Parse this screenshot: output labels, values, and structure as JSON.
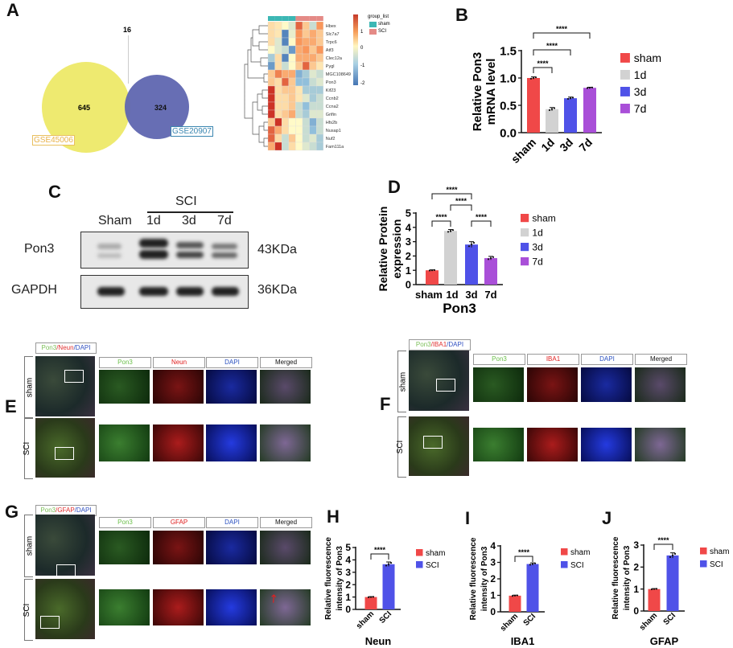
{
  "panels": {
    "A": "A",
    "B": "B",
    "C": "C",
    "D": "D",
    "E": "E",
    "F": "F",
    "G": "G",
    "H": "H",
    "I": "I",
    "J": "J"
  },
  "venn": {
    "left_label": "GSE45006",
    "right_label": "GSE20907",
    "left_only": "645",
    "right_only": "324",
    "overlap": "16",
    "left_color": "#eeea70",
    "right_color": "#5f66b0"
  },
  "heatmap": {
    "legend_title": "group_list",
    "groups": [
      "sham",
      "SCI"
    ],
    "group_colors": [
      "#3cb7b4",
      "#e48a86"
    ],
    "scale_ticks": [
      "1",
      "0",
      "-1",
      "-2"
    ],
    "genes": [
      "Hbex",
      "Slc7a7",
      "Trpc6",
      "Atf3",
      "Clec12a",
      "Pygl",
      "MGC108649",
      "Pon3",
      "Kif23",
      "Ccnb2",
      "Ccna2",
      "Grifin",
      "Hfs2b",
      "Nusap1",
      "Nuf2",
      "Fam111a"
    ],
    "values": [
      [
        0.3,
        0.2,
        0,
        -0.3,
        1.5,
        0.5,
        -0.5,
        1
      ],
      [
        0.3,
        0.2,
        -1.8,
        -0.2,
        1,
        0.5,
        0.8,
        0.5
      ],
      [
        0.3,
        -0.3,
        -1.8,
        0,
        1,
        0.8,
        0.8,
        0.5
      ],
      [
        0,
        -0.3,
        -0.5,
        -1.5,
        0.8,
        1,
        0.5,
        1
      ],
      [
        -0.8,
        0.3,
        -1.8,
        0,
        0.8,
        0.8,
        0.8,
        0.5
      ],
      [
        -1.5,
        0.3,
        -0.5,
        0,
        0.5,
        1.5,
        0.5,
        0.2
      ],
      [
        0.5,
        1.2,
        0.8,
        0.8,
        -1.2,
        -0.8,
        -0.3,
        -0.5
      ],
      [
        0.5,
        0.3,
        1.5,
        0.5,
        -1,
        -1,
        -0.5,
        -0.3
      ],
      [
        2,
        0.3,
        0.5,
        0.5,
        0.2,
        -0.8,
        -0.8,
        -0.8
      ],
      [
        2,
        0.3,
        0.3,
        0.5,
        0.2,
        -0.3,
        -0.8,
        -0.5
      ],
      [
        2,
        0.3,
        0.3,
        0.5,
        -0.5,
        -1,
        -0.5,
        -0.5
      ],
      [
        2,
        0.3,
        0.5,
        0.8,
        -0.5,
        -0.8,
        -0.3,
        -0.3
      ],
      [
        0.5,
        2,
        0.3,
        0,
        0,
        -0.5,
        -1.2,
        -0.5
      ],
      [
        1.5,
        0.8,
        0.3,
        0,
        0,
        -0.5,
        -1,
        -0.5
      ],
      [
        1.5,
        0.3,
        -0.5,
        0.5,
        0,
        -0.5,
        -0.3,
        -0.8
      ],
      [
        0.8,
        2,
        -0.5,
        0.3,
        0,
        -0.3,
        -0.5,
        -0.8
      ]
    ]
  },
  "western": {
    "group": "SCI",
    "lanes": [
      "Sham",
      "1d",
      "3d",
      "7d"
    ],
    "rows": [
      {
        "name": "Pon3",
        "size": "43KDa"
      },
      {
        "name": "GAPDH",
        "size": "36KDa"
      }
    ]
  },
  "if_panels": [
    {
      "merge_label": [
        "Pon3",
        "/Neun",
        "/DAPI"
      ],
      "channels": [
        "Pon3",
        "Neun",
        "DAPI",
        "Merged"
      ],
      "rows": [
        "sham",
        "SCI"
      ]
    },
    {
      "merge_label": [
        "Pon3",
        "/IBA1",
        "/DAPI"
      ],
      "channels": [
        "Pon3",
        "IBA1",
        "DAPI",
        "Merged"
      ],
      "rows": [
        "sham",
        "SCI"
      ]
    },
    {
      "merge_label": [
        "Pon3",
        "/GFAP",
        "/DAPI"
      ],
      "channels": [
        "Pon3",
        "GFAP",
        "DAPI",
        "Merged"
      ],
      "rows": [
        "sham",
        "SCI"
      ]
    }
  ],
  "chart_data": [
    {
      "id": "B",
      "type": "bar",
      "categories": [
        "sham",
        "1d",
        "3d",
        "7d"
      ],
      "values": [
        1.0,
        0.43,
        0.63,
        0.82
      ],
      "errors": [
        0.02,
        0.03,
        0.02,
        0.01
      ],
      "colors": [
        "#f04848",
        "#d2d2d2",
        "#4f52e8",
        "#a94fd8"
      ],
      "ylabel": [
        "Relative Pon3",
        "mRNA level"
      ],
      "xlabel": "",
      "yticks": [
        "0.0",
        "0.5",
        "1.0",
        "1.5"
      ],
      "ylim": [
        0,
        1.5
      ],
      "legend": [
        "sham",
        "1d",
        "3d",
        "7d"
      ],
      "legend_position": "right",
      "comparisons": [
        [
          0,
          1,
          "****"
        ],
        [
          0,
          2,
          "****"
        ],
        [
          0,
          3,
          "****"
        ]
      ]
    },
    {
      "id": "D",
      "type": "bar",
      "categories": [
        "sham",
        "1d",
        "3d",
        "7d"
      ],
      "values": [
        1.0,
        3.75,
        2.8,
        1.85
      ],
      "errors": [
        0.03,
        0.1,
        0.2,
        0.12
      ],
      "colors": [
        "#f04848",
        "#d2d2d2",
        "#4f52e8",
        "#a94fd8"
      ],
      "ylabel": [
        "Relative Protein",
        "expression"
      ],
      "xlabel": "Pon3",
      "yticks": [
        "0",
        "1",
        "2",
        "3",
        "4",
        "5"
      ],
      "ylim": [
        0,
        5
      ],
      "legend": [
        "sham",
        "1d",
        "3d",
        "7d"
      ],
      "legend_position": "right",
      "comparisons": [
        [
          0,
          1,
          "****"
        ],
        [
          1,
          2,
          "****"
        ],
        [
          0,
          2,
          "****"
        ],
        [
          2,
          3,
          "****"
        ]
      ]
    },
    {
      "id": "H",
      "type": "bar",
      "categories": [
        "sham",
        "SCI"
      ],
      "values": [
        1.0,
        3.65
      ],
      "errors": [
        0.03,
        0.18
      ],
      "colors": [
        "#f04848",
        "#4f52e8"
      ],
      "ylabel": [
        "Relative fluorescence",
        "intensity of Pon3"
      ],
      "xlabel": "Neun",
      "yticks": [
        "0",
        "1",
        "2",
        "3",
        "4",
        "5"
      ],
      "ylim": [
        0,
        5
      ],
      "legend": [
        "sham",
        "SCI"
      ],
      "legend_position": "right",
      "comparisons": [
        [
          0,
          1,
          "****"
        ]
      ]
    },
    {
      "id": "I",
      "type": "bar",
      "categories": [
        "sham",
        "SCI"
      ],
      "values": [
        0.98,
        2.9
      ],
      "errors": [
        0.03,
        0.07
      ],
      "colors": [
        "#f04848",
        "#4f52e8"
      ],
      "ylabel": [
        "Relative fluorescence",
        "intensity of Pon3"
      ],
      "xlabel": "IBA1",
      "yticks": [
        "0",
        "1",
        "2",
        "3",
        "4"
      ],
      "ylim": [
        0,
        4
      ],
      "legend": [
        "sham",
        "SCI"
      ],
      "legend_position": "right",
      "comparisons": [
        [
          0,
          1,
          "****"
        ]
      ]
    },
    {
      "id": "J",
      "type": "bar",
      "categories": [
        "sham",
        "SCI"
      ],
      "values": [
        1.0,
        2.53
      ],
      "errors": [
        0.02,
        0.12
      ],
      "colors": [
        "#f04848",
        "#4f52e8"
      ],
      "ylabel": [
        "Relative fluorescence",
        "intensity of Pon3"
      ],
      "xlabel": "GFAP",
      "yticks": [
        "0",
        "1",
        "2",
        "3"
      ],
      "ylim": [
        0,
        3
      ],
      "legend": [
        "sham",
        "SCI"
      ],
      "legend_position": "right",
      "comparisons": [
        [
          0,
          1,
          "****"
        ]
      ]
    }
  ]
}
